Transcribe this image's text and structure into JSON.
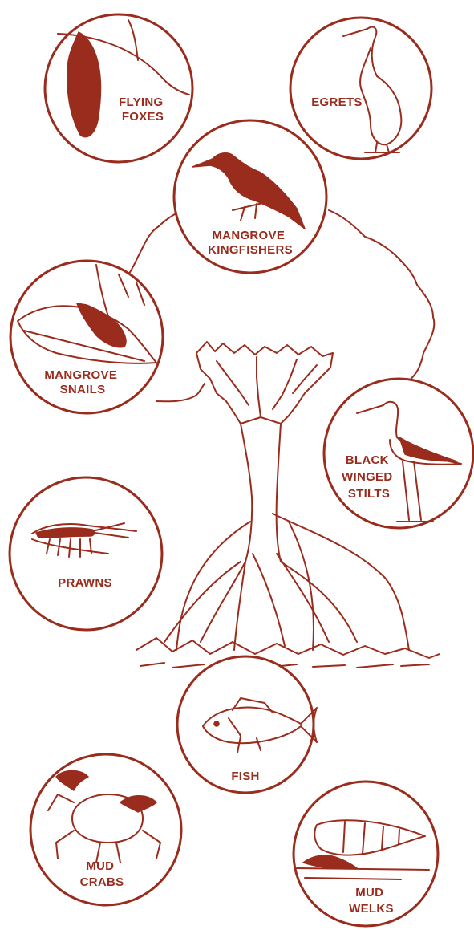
{
  "colors": {
    "ink": "#9a2c1d",
    "background": "#ffffff"
  },
  "labels": {
    "flying_foxes": [
      "FLYING",
      "FOXES"
    ],
    "egrets": [
      "EGRETS"
    ],
    "kingfishers": [
      "MANGROVE",
      "KINGFISHERS"
    ],
    "snails": [
      "MANGROVE",
      "SNAILS"
    ],
    "stilts": [
      "BLACK",
      "WINGED",
      "STILTS"
    ],
    "prawns": [
      "PRAWNS"
    ],
    "fish": [
      "FISH"
    ],
    "crabs": [
      "MUD",
      "CRABS"
    ],
    "welks": [
      "MUD",
      "WELKS"
    ]
  },
  "icons": {
    "flying_foxes": "flying-fox-icon",
    "egrets": "egret-icon",
    "kingfishers": "kingfisher-icon",
    "snails": "snail-icon",
    "stilts": "stilt-icon",
    "prawns": "prawn-icon",
    "fish": "fish-icon",
    "crabs": "crab-icon",
    "welks": "welk-shell-icon"
  }
}
